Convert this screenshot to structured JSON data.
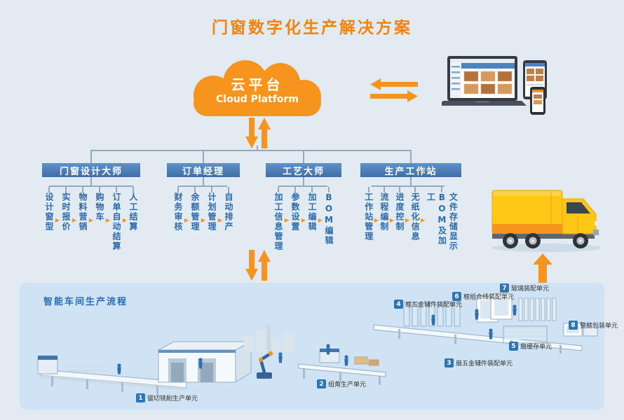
{
  "page": {
    "title": "门窗数字化生产解决方案"
  },
  "cloud": {
    "title": "云平台",
    "subtitle": "Cloud Platform"
  },
  "icons": {
    "flow_arrow": "▶"
  },
  "modules": {
    "groups": [
      {
        "title": "门窗设计大师",
        "items": [
          "设计窗型",
          "实时报价",
          "物料营销",
          "购物车",
          "订单自动结算",
          "人工结算"
        ]
      },
      {
        "title": "订单经理",
        "items": [
          "财务审核",
          "余额管理",
          "计划管理",
          "自动排产"
        ]
      },
      {
        "title": "工艺大师",
        "items": [
          "加工信息管理",
          "参数设置",
          "加工编辑",
          "BOM编辑"
        ]
      },
      {
        "title": "生产工作站",
        "items": [
          "工作站管理",
          "流程编制",
          "进度控制",
          "无纸化信息",
          "文件存储显示BOM及加工"
        ]
      }
    ]
  },
  "workshop": {
    "title": "智能车间生产流程",
    "units": [
      {
        "num": "1",
        "label": "锯切铣削生产单元"
      },
      {
        "num": "2",
        "label": "组角生产单元"
      },
      {
        "num": "3",
        "label": "扇五金辅件装配单元"
      },
      {
        "num": "4",
        "label": "框五金辅件装配单元"
      },
      {
        "num": "5",
        "label": "扇缓存单元"
      },
      {
        "num": "6",
        "label": "框组合线装配单元"
      },
      {
        "num": "7",
        "label": "玻璃装配单元"
      },
      {
        "num": "8",
        "label": "整框包装单元"
      }
    ]
  },
  "colors": {
    "accent_orange": "#f7941d",
    "title_orange": "#f5820a",
    "module_header_blue": "#4679b2",
    "module_item_blue": "#2d6bad",
    "panel_background": "#cfe3f4",
    "unit_badge_blue": "#2e75b6"
  }
}
